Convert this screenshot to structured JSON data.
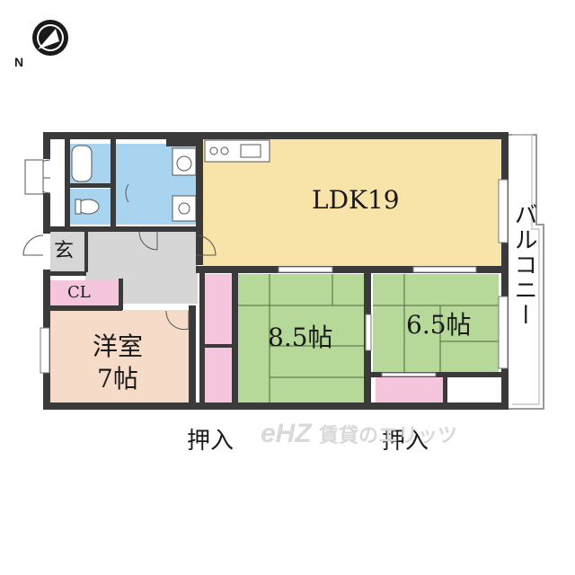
{
  "compass": {
    "north_label": "N"
  },
  "rooms": {
    "ldk": {
      "label": "LDK19"
    },
    "japanese_a": {
      "label": "8.5帖"
    },
    "japanese_b": {
      "label": "6.5帖"
    },
    "western": {
      "line1": "洋室",
      "line2": "7帖"
    },
    "closet": {
      "label": "CL"
    },
    "entrance": {
      "label": "玄"
    },
    "balcony": {
      "label": "バルコニー"
    },
    "oshiire_a": {
      "label": "押入"
    },
    "oshiire_b": {
      "label": "押入"
    }
  },
  "watermark": {
    "brand": "eHZ",
    "text": "賃貸のエリッツ"
  },
  "colors": {
    "wall": "#3a3a3a",
    "ldk": "#f8e3a8",
    "tatami": "#b6d99a",
    "western": "#f6dcc8",
    "closet": "#f4c5dc",
    "wet": "#a9d4ef",
    "hall": "#d6d6d6",
    "balcony": "#ffffff"
  }
}
